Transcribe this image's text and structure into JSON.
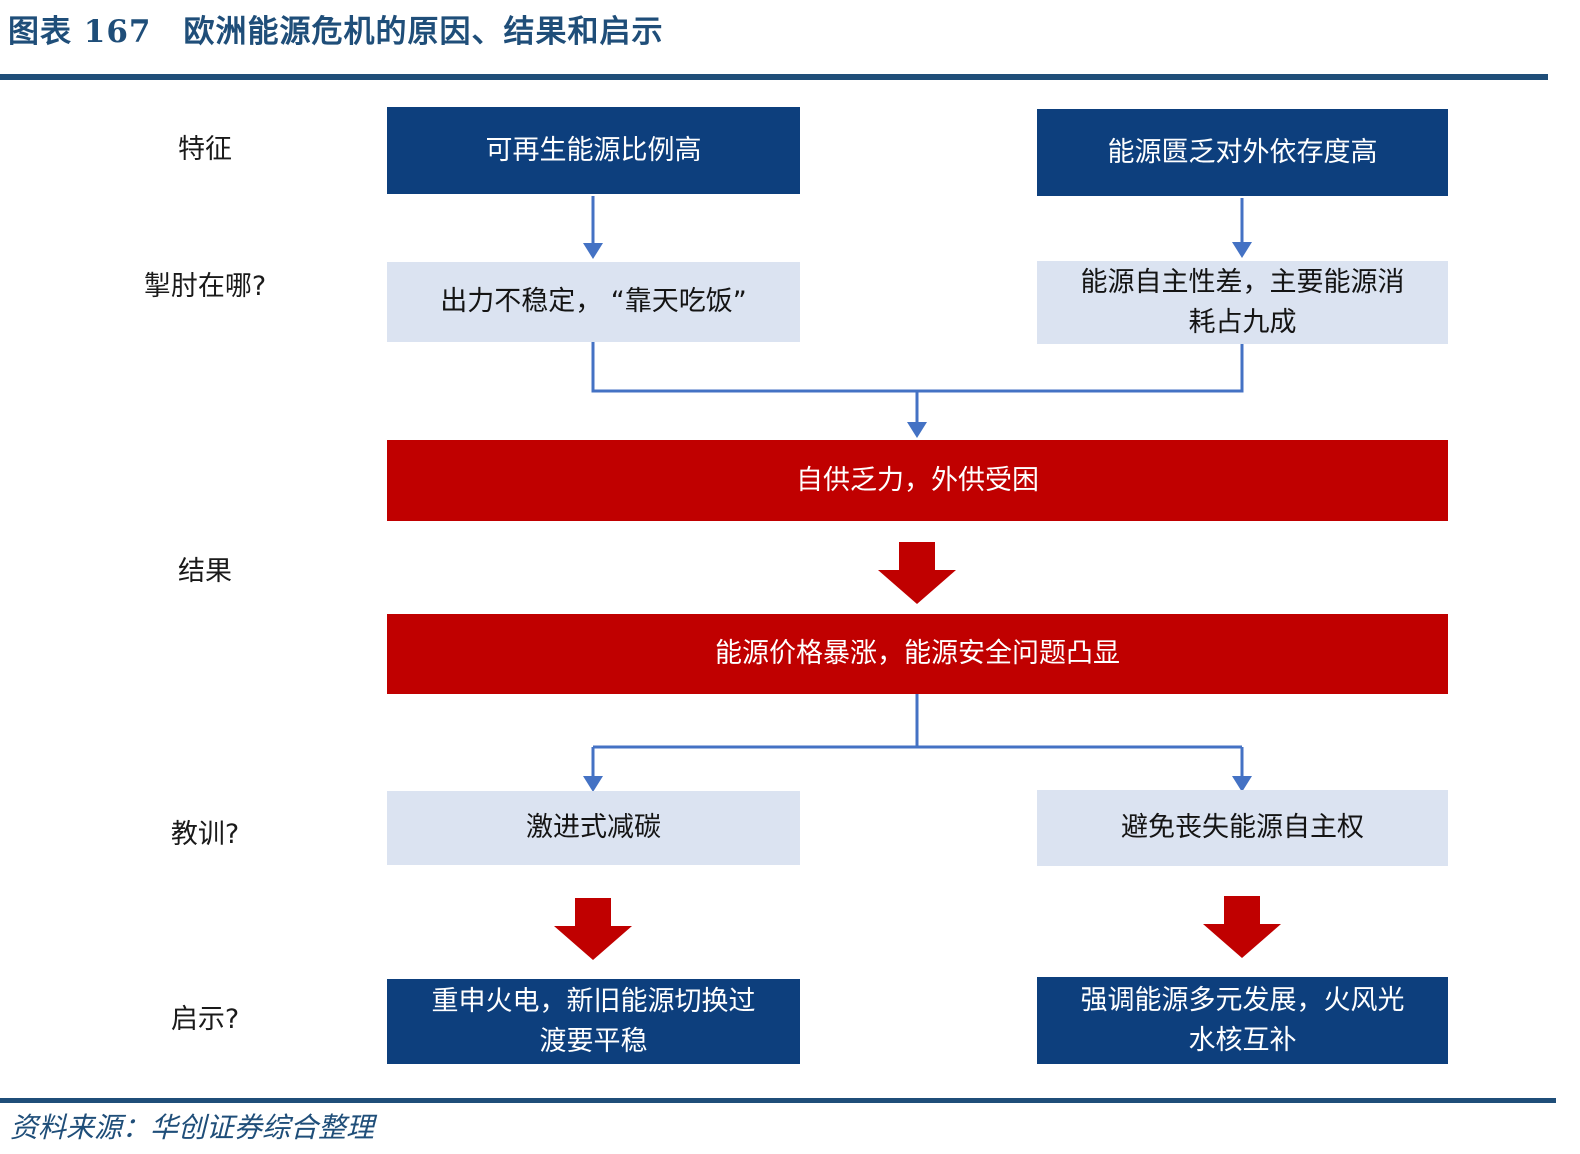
{
  "header": {
    "title": "图表 167　欧洲能源危机的原因、结果和启示"
  },
  "row_labels": [
    {
      "label": "特征"
    },
    {
      "label": "掣肘在哪?"
    },
    {
      "label": "结果"
    },
    {
      "label": "教训?"
    },
    {
      "label": "启示?"
    }
  ],
  "boxes": {
    "feature_left": {
      "text": "可再生能源比例高"
    },
    "feature_right": {
      "text": "能源匮乏对外依存度高"
    },
    "constraint_left": {
      "text": "出力不稳定， “靠天吃饭”"
    },
    "constraint_right": {
      "text": "能源自主性差，主要能源消耗占九成"
    },
    "result_1": {
      "text": "自供乏力，外供受困"
    },
    "result_2": {
      "text": "能源价格暴涨，能源安全问题凸显"
    },
    "lesson_left": {
      "text": "激进式减碳"
    },
    "lesson_right": {
      "text": "避免丧失能源自主权"
    },
    "implication_left": {
      "text": "重申火电，新旧能源切换过渡要平稳"
    },
    "implication_right": {
      "text": "强调能源多元发展，火风光水核互补"
    }
  },
  "footer": {
    "source": "资料来源：华创证券综合整理"
  },
  "colors": {
    "title_navy": "#1f4e79",
    "dark_blue_box": "#0d3f7d",
    "light_blue_box": "#dbe3f1",
    "red_box": "#c00000",
    "connector_blue": "#4472c4"
  }
}
